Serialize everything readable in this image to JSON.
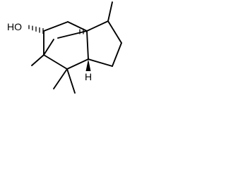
{
  "molecule": {
    "atom_labels": {
      "hydroxyl": "HO",
      "bridgehead_hydrogen": "H"
    },
    "stereo": {
      "hydroxyl_bond": "hashed-wedge",
      "ring_fusion_methyl_bond": "hashed-wedge",
      "bridgehead_hydrogen_bond": "solid-wedge"
    },
    "substituents": [
      "hydroxyl",
      "methyl",
      "methyl",
      "methyl",
      "methyl"
    ]
  },
  "colors": {
    "bond": "#000000",
    "label": "#000000",
    "background": "#ffffff"
  }
}
